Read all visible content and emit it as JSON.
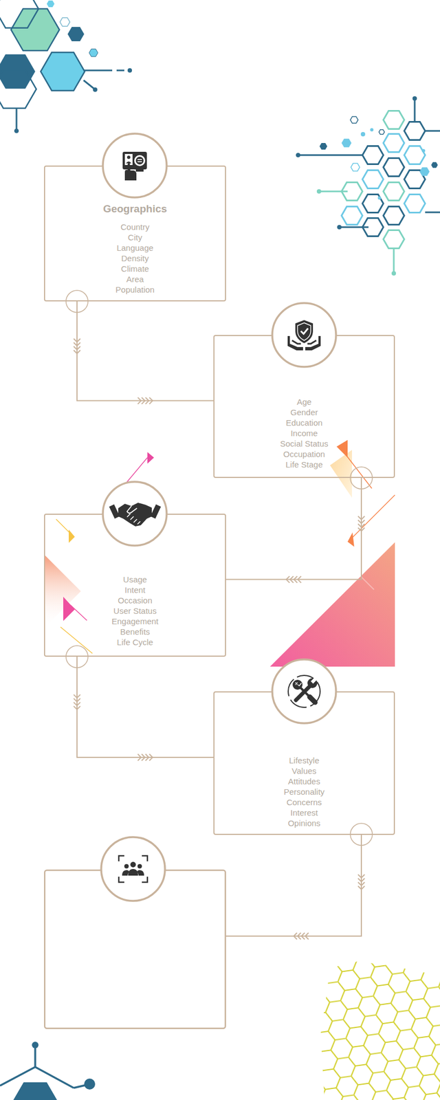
{
  "diagram": {
    "nodes": [
      {
        "text": [
          "Geographics",
          "Country",
          "City",
          "Language",
          "Density",
          "Climate",
          "Area",
          "Population"
        ]
      },
      {
        "text": [
          "Age",
          "Gender",
          "Education",
          "Income",
          "Social Status",
          "Occupation",
          "Life Stage"
        ]
      },
      {
        "text": [
          "Usage",
          "Intent",
          "Occasion",
          "User Status",
          "Engagement",
          "Benefits",
          "Life Cycle"
        ]
      },
      {
        "text": [
          "Lifestyle",
          "Values",
          "Attitudes",
          "Personality",
          "Concerns",
          "Interest",
          "Opinions"
        ]
      }
    ],
    "edges": [
      {
        "from": 0,
        "to": 1,
        "arrow": "to"
      },
      {
        "from": 1,
        "to": 2,
        "arrow": "to"
      },
      {
        "from": 2,
        "to": 3,
        "arrow": "to"
      }
    ]
  }
}
